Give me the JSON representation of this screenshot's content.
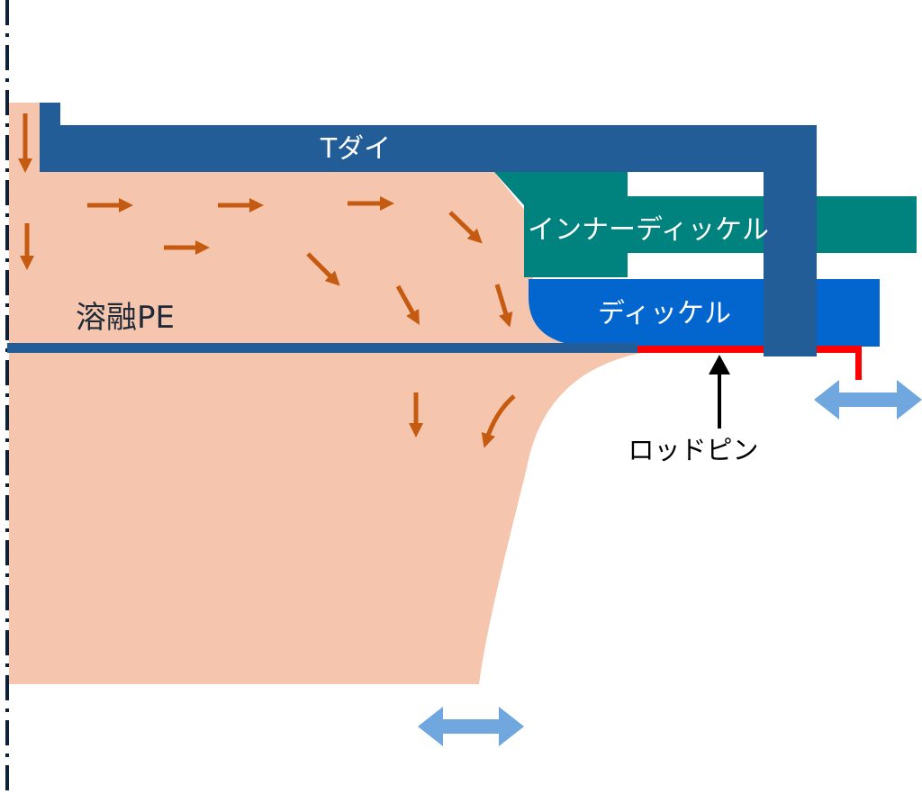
{
  "labels": {
    "t_die": "Tダイ",
    "inner_deckle": "インナーディッケル",
    "deckle": "ディッケル",
    "molten_pe": "溶融PE",
    "rod_pin": "ロッドピン"
  },
  "colors": {
    "melt": "#f6c5ad",
    "die": "#225d98",
    "inner_deckle": "#00827e",
    "deckle": "#0366cf",
    "rod": "#ff0000",
    "flow_arrow": "#c55a11",
    "move_arrow": "#6fa7de",
    "centerline": "#0d2035"
  },
  "icons": {
    "flow": "flow-arrow-icon",
    "move": "double-headed-arrow-icon",
    "pointer": "pointer-arrow-icon"
  }
}
